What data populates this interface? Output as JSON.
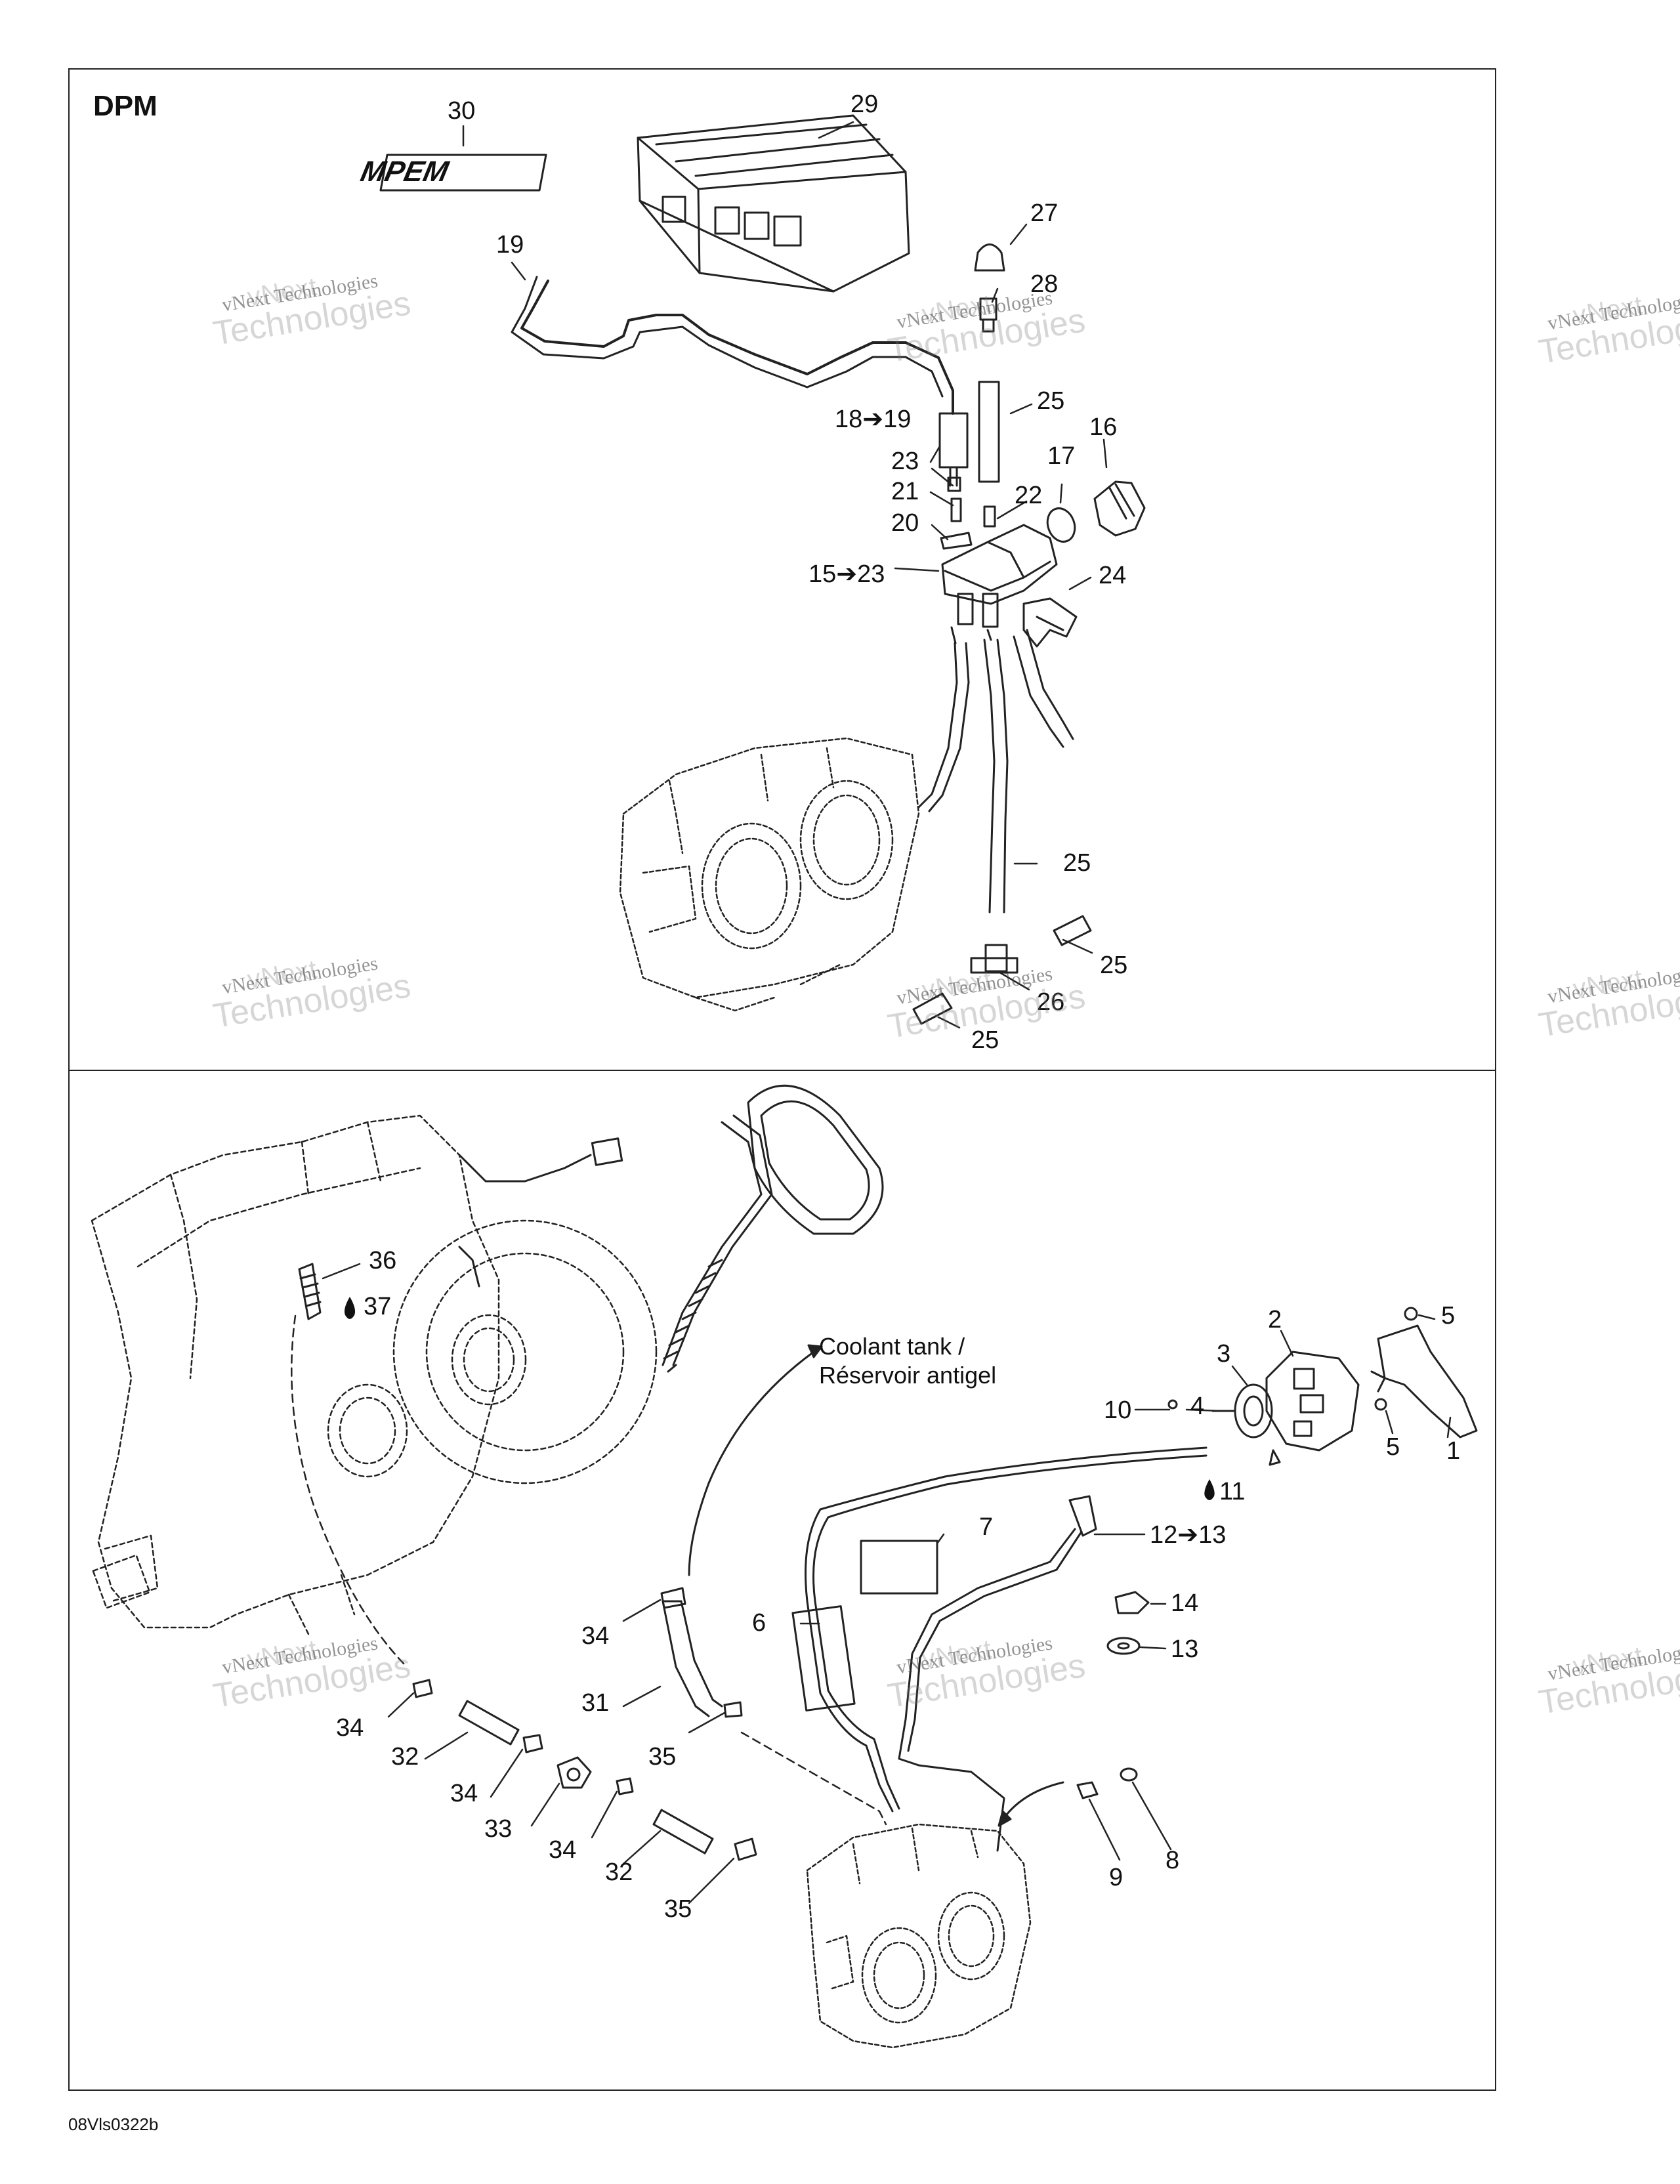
{
  "diagram": {
    "title": "DPM",
    "figure_id": "08Vls0322b",
    "decal_text": "MPEM",
    "note_lines": [
      "Coolant tank /",
      "Réservoir antigel"
    ],
    "watermark": {
      "line1": "vNext",
      "line2": "vNext Technologies",
      "line3": "Technologies"
    },
    "callouts_top": [
      "30",
      "29",
      "27",
      "28",
      "19",
      "25",
      "16",
      "18➔19",
      "23",
      "17",
      "21",
      "22",
      "20",
      "15➔23",
      "24",
      "25",
      "25",
      "26",
      "25"
    ],
    "callouts_bottom": [
      "36",
      "37",
      "2",
      "5",
      "3",
      "10",
      "4",
      "5",
      "1",
      "11",
      "7",
      "12➔13",
      "14",
      "6",
      "13",
      "34",
      "31",
      "34",
      "32",
      "35",
      "34",
      "33",
      "34",
      "32",
      "35",
      "9",
      "8"
    ]
  }
}
